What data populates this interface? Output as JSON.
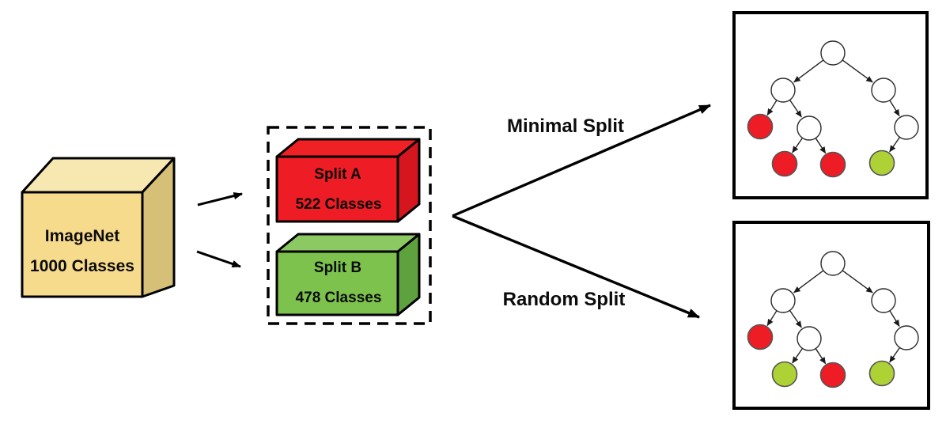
{
  "colors": {
    "red": "#ee1c25",
    "red_top": "#ef2125",
    "red_side": "#d5161e",
    "leaf_green": "#aed235",
    "green_front": "#7cc24c",
    "green_top": "#8cc963",
    "green_side": "#5da23f",
    "tan_top": "#f7e7b0",
    "tan_front": "#f7db8d",
    "tan_side": "#d6c077",
    "node_fill": "#ffffff",
    "node_stroke": "#2b2b2b",
    "outline": "#000000"
  },
  "source_box": {
    "title": "ImageNet",
    "subtitle": "1000 Classes"
  },
  "splits": {
    "a": {
      "label": "Split A",
      "classes": "522 Classes"
    },
    "b": {
      "label": "Split B",
      "classes": "478 Classes"
    }
  },
  "branches": {
    "minimal": {
      "label": "Minimal Split"
    },
    "random": {
      "label": "Random Split"
    }
  },
  "trees": {
    "minimal": {
      "name": "minimal-split-tree",
      "leaf_colors": [
        "red",
        "red",
        "red",
        "leaf_green"
      ]
    },
    "random": {
      "name": "random-split-tree",
      "leaf_colors": [
        "red",
        "leaf_green",
        "red",
        "leaf_green"
      ]
    }
  }
}
